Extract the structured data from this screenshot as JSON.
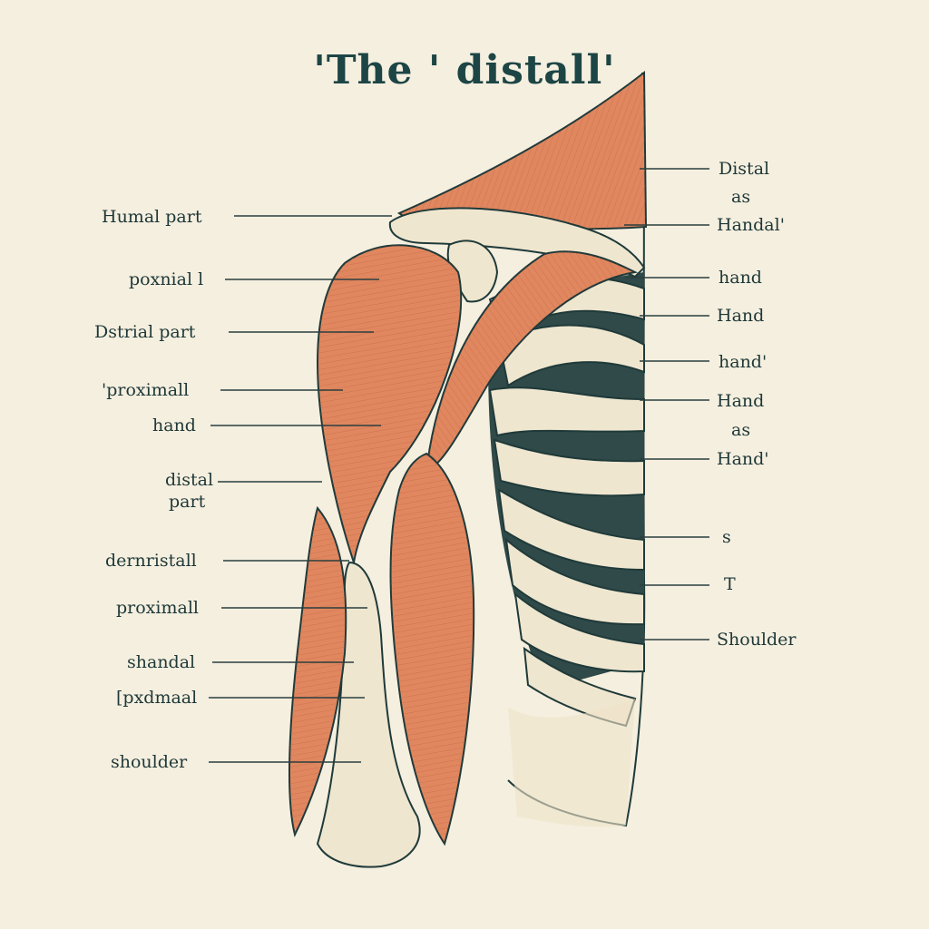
{
  "title": "'The ' distall'",
  "labels_left": [
    {
      "id": "l1",
      "text": "Humal part"
    },
    {
      "id": "l2",
      "text": "poxnial l"
    },
    {
      "id": "l3",
      "text": "Dstrial part"
    },
    {
      "id": "l4",
      "text": "'proximall"
    },
    {
      "id": "l5",
      "text": "hand"
    },
    {
      "id": "l6a",
      "text": "distal"
    },
    {
      "id": "l6b",
      "text": "part"
    },
    {
      "id": "l7",
      "text": "dernristall"
    },
    {
      "id": "l8",
      "text": "proximall"
    },
    {
      "id": "l9",
      "text": "shandal"
    },
    {
      "id": "l10",
      "text": "[pxdmaal"
    },
    {
      "id": "l11",
      "text": "shoulder"
    }
  ],
  "labels_right": [
    {
      "id": "r1a",
      "text": "Distal"
    },
    {
      "id": "r1b",
      "text": "as"
    },
    {
      "id": "r2",
      "text": "Handal'"
    },
    {
      "id": "r3",
      "text": "hand"
    },
    {
      "id": "r4",
      "text": "Hand"
    },
    {
      "id": "r5",
      "text": "hand'"
    },
    {
      "id": "r6a",
      "text": "Hand"
    },
    {
      "id": "r6b",
      "text": "as"
    },
    {
      "id": "r7",
      "text": "Hand'"
    },
    {
      "id": "r8",
      "text": "s"
    },
    {
      "id": "r9",
      "text": "T"
    },
    {
      "id": "r10",
      "text": "Shoulder"
    }
  ],
  "colors": {
    "background": "#f5efdf",
    "muscle": "#e0875f",
    "muscle_dark": "#c96a45",
    "bone": "#efe6cf",
    "outline": "#1f3a3a",
    "shadow": "#2f4a48"
  }
}
